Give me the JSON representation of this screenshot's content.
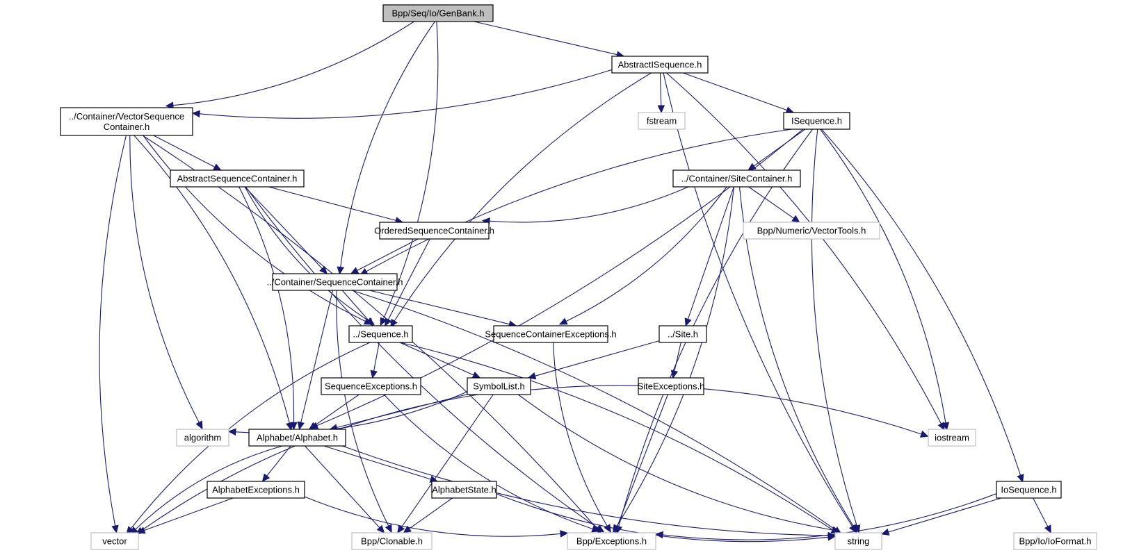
{
  "graph": {
    "title": "Bpp/Seq/Io/GenBank.h",
    "edge_color": "#191970",
    "node_kinds": {
      "root": {
        "fill": "#bfbfbf",
        "stroke": "#000000"
      },
      "local": {
        "fill": "#ffffff",
        "stroke": "#000000"
      },
      "system": {
        "fill": "#ffffff",
        "stroke": "#bfbfbf"
      }
    },
    "nodes": [
      {
        "id": "genbank",
        "label": [
          "Bpp/Seq/Io/GenBank.h"
        ],
        "kind": "root"
      },
      {
        "id": "abstractisequence",
        "label": [
          "AbstractISequence.h"
        ],
        "kind": "local"
      },
      {
        "id": "vectorsequencecontainer",
        "label": [
          "../Container/VectorSequence",
          "Container.h"
        ],
        "kind": "local"
      },
      {
        "id": "fstream",
        "label": [
          "fstream"
        ],
        "kind": "system"
      },
      {
        "id": "isequence",
        "label": [
          "ISequence.h"
        ],
        "kind": "local"
      },
      {
        "id": "abstractsequencecontainer",
        "label": [
          "AbstractSequenceContainer.h"
        ],
        "kind": "local"
      },
      {
        "id": "sitecontainer",
        "label": [
          "../Container/SiteContainer.h"
        ],
        "kind": "local"
      },
      {
        "id": "orderedsequencecontainer",
        "label": [
          "OrderedSequenceContainer.h"
        ],
        "kind": "local"
      },
      {
        "id": "vectortools",
        "label": [
          "Bpp/Numeric/VectorTools.h"
        ],
        "kind": "system"
      },
      {
        "id": "sequencecontainer",
        "label": [
          "../Container/SequenceContainer.h"
        ],
        "kind": "local"
      },
      {
        "id": "sequence",
        "label": [
          "../Sequence.h"
        ],
        "kind": "local"
      },
      {
        "id": "sequencecontainerexceptions",
        "label": [
          "SequenceContainerExceptions.h"
        ],
        "kind": "local"
      },
      {
        "id": "site",
        "label": [
          "../Site.h"
        ],
        "kind": "local"
      },
      {
        "id": "sequenceexceptions",
        "label": [
          "SequenceExceptions.h"
        ],
        "kind": "local"
      },
      {
        "id": "symbollist",
        "label": [
          "SymbolList.h"
        ],
        "kind": "local"
      },
      {
        "id": "siteexceptions",
        "label": [
          "SiteExceptions.h"
        ],
        "kind": "local"
      },
      {
        "id": "algorithm",
        "label": [
          "algorithm"
        ],
        "kind": "system"
      },
      {
        "id": "alphabet",
        "label": [
          "Alphabet/Alphabet.h"
        ],
        "kind": "local"
      },
      {
        "id": "iostream",
        "label": [
          "iostream"
        ],
        "kind": "system"
      },
      {
        "id": "alphabetexceptions",
        "label": [
          "AlphabetExceptions.h"
        ],
        "kind": "local"
      },
      {
        "id": "alphabetstate",
        "label": [
          "AlphabetState.h"
        ],
        "kind": "local"
      },
      {
        "id": "iosequence",
        "label": [
          "IoSequence.h"
        ],
        "kind": "local"
      },
      {
        "id": "vector",
        "label": [
          "vector"
        ],
        "kind": "system"
      },
      {
        "id": "clonable",
        "label": [
          "Bpp/Clonable.h"
        ],
        "kind": "system"
      },
      {
        "id": "exceptions",
        "label": [
          "Bpp/Exceptions.h"
        ],
        "kind": "system"
      },
      {
        "id": "string",
        "label": [
          "string"
        ],
        "kind": "system"
      },
      {
        "id": "ioformat",
        "label": [
          "Bpp/Io/IoFormat.h"
        ],
        "kind": "system"
      }
    ],
    "edges": [
      [
        "genbank",
        "vectorsequencecontainer"
      ],
      [
        "genbank",
        "sequencecontainer"
      ],
      [
        "genbank",
        "sequence"
      ],
      [
        "genbank",
        "abstractisequence"
      ],
      [
        "abstractisequence",
        "vectorsequencecontainer"
      ],
      [
        "abstractisequence",
        "fstream"
      ],
      [
        "abstractisequence",
        "isequence"
      ],
      [
        "abstractisequence",
        "sequence"
      ],
      [
        "abstractisequence",
        "iostream"
      ],
      [
        "abstractisequence",
        "string"
      ],
      [
        "vectorsequencecontainer",
        "abstractsequencecontainer"
      ],
      [
        "vectorsequencecontainer",
        "vector"
      ],
      [
        "vectorsequencecontainer",
        "exceptions"
      ],
      [
        "vectorsequencecontainer",
        "algorithm"
      ],
      [
        "vectorsequencecontainer",
        "alphabet"
      ],
      [
        "vectorsequencecontainer",
        "sequence"
      ],
      [
        "isequence",
        "sitecontainer"
      ],
      [
        "isequence",
        "sequencecontainer"
      ],
      [
        "isequence",
        "alphabet"
      ],
      [
        "isequence",
        "exceptions"
      ],
      [
        "isequence",
        "iostream"
      ],
      [
        "isequence",
        "string"
      ],
      [
        "isequence",
        "iosequence"
      ],
      [
        "abstractsequencecontainer",
        "orderedsequencecontainer"
      ],
      [
        "abstractsequencecontainer",
        "sequencecontainer"
      ],
      [
        "abstractsequencecontainer",
        "sequence"
      ],
      [
        "abstractsequencecontainer",
        "alphabet"
      ],
      [
        "abstractsequencecontainer",
        "exceptions"
      ],
      [
        "sitecontainer",
        "orderedsequencecontainer"
      ],
      [
        "sitecontainer",
        "vectortools"
      ],
      [
        "sitecontainer",
        "sequencecontainerexceptions"
      ],
      [
        "sitecontainer",
        "site"
      ],
      [
        "sitecontainer",
        "exceptions"
      ],
      [
        "sitecontainer",
        "string"
      ],
      [
        "orderedsequencecontainer",
        "sequencecontainer"
      ],
      [
        "orderedsequencecontainer",
        "sequence"
      ],
      [
        "sequencecontainer",
        "sequence"
      ],
      [
        "sequencecontainer",
        "sequencecontainerexceptions"
      ],
      [
        "sequencecontainer",
        "alphabet"
      ],
      [
        "sequencecontainer",
        "clonable"
      ],
      [
        "sequencecontainer",
        "string"
      ],
      [
        "sequence",
        "sequenceexceptions"
      ],
      [
        "sequence",
        "symbollist"
      ],
      [
        "sequence",
        "vector"
      ],
      [
        "sequence",
        "string"
      ],
      [
        "sequencecontainerexceptions",
        "exceptions"
      ],
      [
        "site",
        "symbollist"
      ],
      [
        "site",
        "siteexceptions"
      ],
      [
        "sequenceexceptions",
        "alphabet"
      ],
      [
        "sequenceexceptions",
        "exceptions"
      ],
      [
        "symbollist",
        "algorithm"
      ],
      [
        "symbollist",
        "alphabet"
      ],
      [
        "symbollist",
        "iostream"
      ],
      [
        "symbollist",
        "vector"
      ],
      [
        "symbollist",
        "clonable"
      ],
      [
        "symbollist",
        "string"
      ],
      [
        "siteexceptions",
        "exceptions"
      ],
      [
        "alphabet",
        "alphabetexceptions"
      ],
      [
        "alphabet",
        "alphabetstate"
      ],
      [
        "alphabet",
        "vector"
      ],
      [
        "alphabet",
        "clonable"
      ],
      [
        "alphabet",
        "string"
      ],
      [
        "alphabetexceptions",
        "vector"
      ],
      [
        "alphabetexceptions",
        "exceptions"
      ],
      [
        "alphabetstate",
        "clonable"
      ],
      [
        "alphabetstate",
        "string"
      ],
      [
        "iosequence",
        "exceptions"
      ],
      [
        "iosequence",
        "string"
      ],
      [
        "iosequence",
        "ioformat"
      ]
    ]
  }
}
